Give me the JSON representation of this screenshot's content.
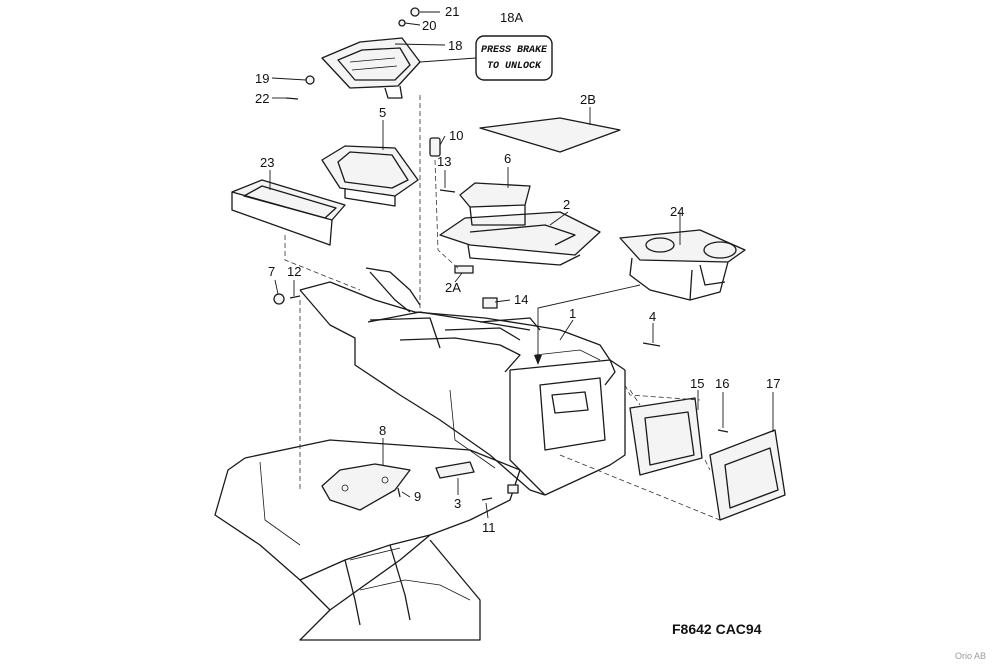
{
  "callouts": {
    "c21": "21",
    "c20": "20",
    "c18": "18",
    "c18a": "18A",
    "c19": "19",
    "c22": "22",
    "c2b": "2B",
    "c5": "5",
    "c10": "10",
    "c13": "13",
    "c6": "6",
    "c23": "23",
    "c2": "2",
    "c24": "24",
    "c7": "7",
    "c12": "12",
    "c2a": "2A",
    "c14": "14",
    "c1": "1",
    "c4": "4",
    "c15": "15",
    "c16": "16",
    "c17": "17",
    "c8": "8",
    "c9": "9",
    "c3": "3",
    "c11": "11"
  },
  "decal": {
    "line1": "PRESS BRAKE",
    "line2": "TO UNLOCK"
  },
  "drawing_code": "F8642 CAC94",
  "brand": "Orio AB"
}
